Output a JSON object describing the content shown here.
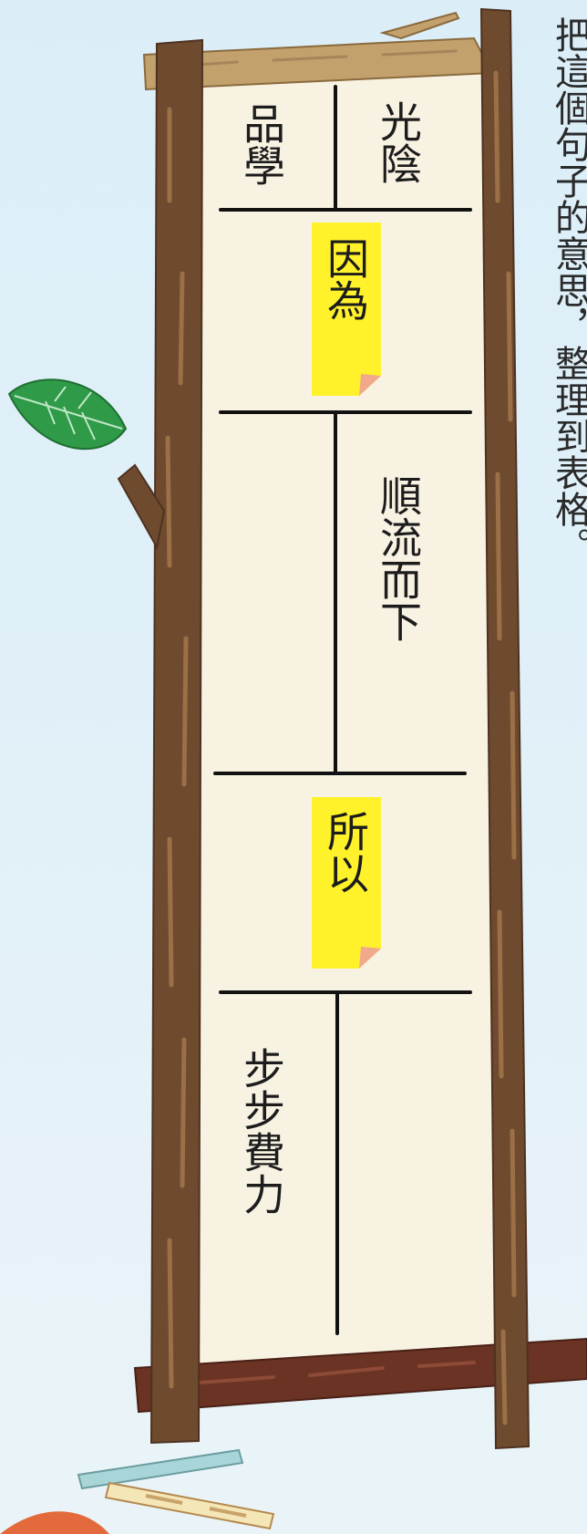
{
  "instruction": "把這個句子的意思，整理到表格。",
  "cells": {
    "top_right": "光陰",
    "top_left": "品學",
    "middle_right": "順流而下",
    "bottom_left": "步步費力"
  },
  "notes": {
    "because": "因為",
    "therefore": "所以"
  },
  "colors": {
    "sky": "#dbeef8",
    "paper": "#f8f2e2",
    "bark": "#6e4a2f",
    "bark_dark": "#4e3220",
    "stick": "#c2a16d",
    "bottom_branch": "#6b3324",
    "note": "#fff22a",
    "note_curl": "#f1a98b",
    "leaf": "#2f9a47"
  },
  "icons": [
    "leaf-icon",
    "sticky-note-icon"
  ]
}
